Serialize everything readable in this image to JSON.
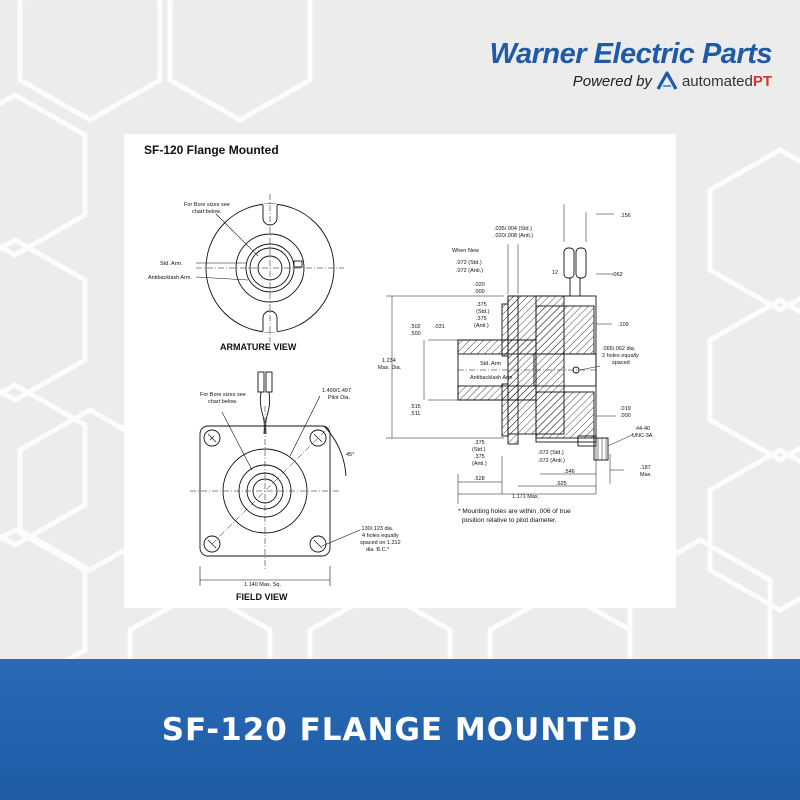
{
  "brand": {
    "title": "Warner Electric Parts",
    "powered_by": "Powered by",
    "auto_text": "automated",
    "pt_text": "PT",
    "color": "#1e5aa8",
    "pt_color": "#d6312c"
  },
  "drawing": {
    "title": "SF-120 Flange Mounted",
    "armature": {
      "label": "ARMATURE VIEW",
      "bore_note_1": "For Bore sizes see",
      "bore_note_2": "chart below.",
      "std_arm": "Std. Arm.",
      "anti_arm": "Antibacklash Arm."
    },
    "field": {
      "label": "FIELD VIEW",
      "bore_note_1": "For Bore sizes see",
      "bore_note_2": "chart below.",
      "pilot_1": "1.499/1.497",
      "pilot_2": "Pilot Dia.",
      "angle": "45°",
      "holes_1": ".130/.123 dia.",
      "holes_2": "4 holes equally",
      "holes_3": "spaced on 1.312",
      "holes_4": "dia. B.C.*",
      "width": "1.140 Max. Sq."
    },
    "side": {
      "d156": ".156",
      "d035_1": ".035/.004 (Std.)",
      "d035_2": ".020/.008 (Anti.)",
      "when_new": "When New",
      "d072_1": ".072 (Std.)",
      "d072_2": ".072 (Anti.)",
      "d12": "12",
      "d062": ".062",
      "d020_1": ".020",
      "d020_2": ".000",
      "d375_1": ".375",
      "d375_2": "(Std.)",
      "d375_3": ".375",
      "d375_4": "(Anti.)",
      "d109": ".109",
      "d502_1": ".502",
      "d502_2": ".500",
      "d031": ".031",
      "d1234_1": "1.234",
      "d1234_2": "Max. Dia.",
      "d065_1": ".065/.062 dia.",
      "d065_2": "2 holes equally",
      "d065_3": "spaced",
      "std_arm": "Std. Arm",
      "anti_arm": "Antibacklash Arm",
      "d515_1": ".515",
      "d515_2": ".511",
      "d019_1": ".019",
      "d019_2": ".000",
      "d440_1": "#4-40",
      "d440_2": "UNC-3A",
      "dl375_1": ".375",
      "dl375_2": "(Std.)",
      "dl375_3": ".375",
      "dl375_4": "(Anti.)",
      "db072_1": ".072 (Std.)",
      "db072_2": ".072 (Anti.)",
      "d546": ".546",
      "d187_1": ".187",
      "d187_2": "Max.",
      "d528": ".528",
      "d625": ".625",
      "d1171": "1.171 Max.",
      "note_1": "* Mounting holes are within .006 of true",
      "note_2": "position relative to pilot diameter."
    }
  },
  "footer": {
    "title": "SF-120 FLANGE MOUNTED",
    "bg_color": "#1f5fab"
  }
}
